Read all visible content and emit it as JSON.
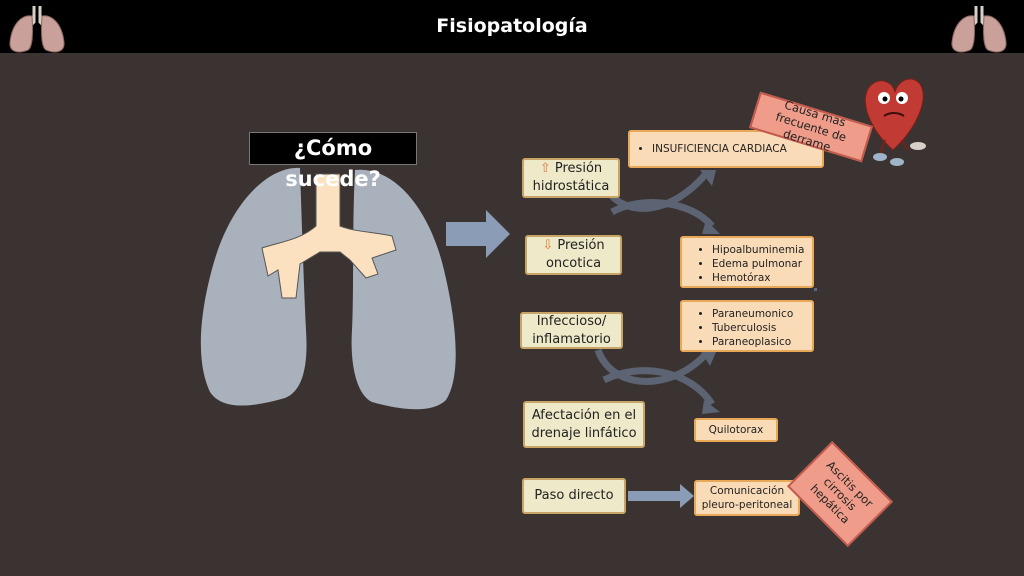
{
  "header": {
    "title": "Fisiopatología"
  },
  "question": "¿Cómo sucede?",
  "causes": [
    {
      "arrow": "⇧",
      "label": "Presión hidrostática"
    },
    {
      "arrow": "⇩",
      "label": "Presión oncotica"
    },
    {
      "label": "Infeccioso/ inflamatorio"
    },
    {
      "label": "Afectación en el drenaje linfático"
    },
    {
      "label": "Paso directo"
    }
  ],
  "results": {
    "insuficiencia": [
      "INSUFICIENCIA CARDIACA"
    ],
    "oncotic": [
      "Hipoalbuminemia",
      "Edema pulmonar",
      "Hemotórax"
    ],
    "infectious": [
      "Paraneumonico",
      "Tuberculosis",
      "Paraneoplasico"
    ],
    "lymphatic": "Quilotorax",
    "direct": "Comunicación pleuro-peritoneal"
  },
  "tags": {
    "frequent": "Causa mas frecuente de derrame",
    "cirrhosis": "Ascitis por cirrosis hepática"
  },
  "colors": {
    "background": "#3b3331",
    "cause_box": "#eee9c8",
    "result_box": "#fadbb8",
    "tag": "#ef9d8a",
    "lung": "#a9b1bc",
    "trachea": "#fbe1c0"
  }
}
